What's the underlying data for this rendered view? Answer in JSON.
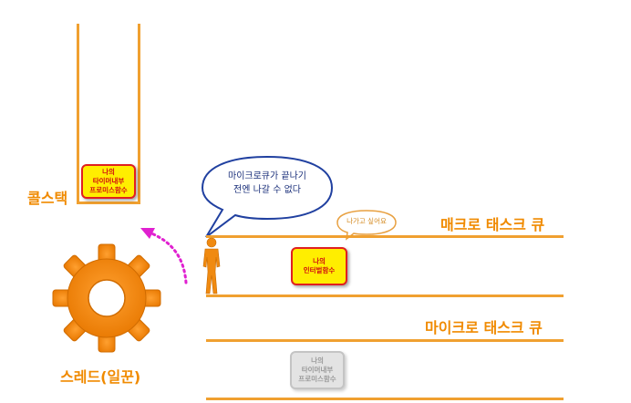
{
  "call_stack": {
    "label": "콜스택",
    "box": {
      "line1": "나의",
      "line2": "타이머내부",
      "line3": "프로미스함수"
    }
  },
  "speech_bubble": {
    "line1": "마이크로큐가 끝나기",
    "line2": "전엔 나갈 수 없다"
  },
  "small_bubble": {
    "text": "나가고 싶어요"
  },
  "macro_queue": {
    "label": "매크로 태스크 큐",
    "box": {
      "line1": "나의",
      "line2": "인터벌함수"
    }
  },
  "micro_queue": {
    "label": "마이크로 태스크 큐",
    "box": {
      "line1": "나의",
      "line2": "타이머내부",
      "line3": "프로미스함수"
    }
  },
  "thread": {
    "label": "스레드(일꾼)"
  },
  "icons": {
    "gear": "gear-icon",
    "person": "person-icon",
    "arrow": "dotted-curved-arrow-icon"
  },
  "colors": {
    "orange": "#f08a00",
    "box_yellow": "#ffee00",
    "box_red": "#e02020",
    "arrow_magenta": "#e020d0",
    "bubble_blue": "#2040a0"
  }
}
